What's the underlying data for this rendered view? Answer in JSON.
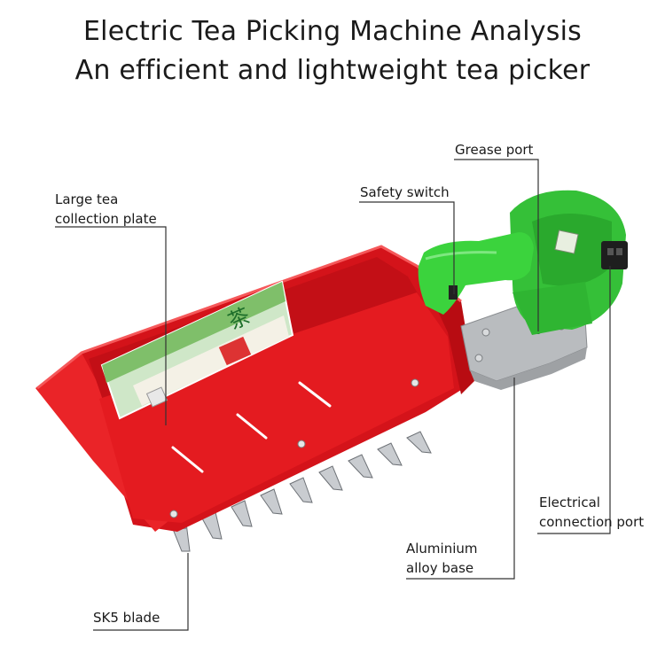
{
  "header": {
    "title": "Electric Tea Picking Machine Analysis",
    "subtitle": "An efficient and lightweight tea picker"
  },
  "callouts": {
    "grease_port": "Grease port",
    "safety_switch": "Safety switch",
    "collection_plate_line1": "Large tea",
    "collection_plate_line2": "collection plate",
    "electrical_port_line1": "Electrical",
    "electrical_port_line2": "connection port",
    "base_line1": "Aluminium",
    "base_line2": "alloy base",
    "blade": "SK5 blade"
  },
  "product": {
    "sticker_text": "茶"
  },
  "colors": {
    "tray_red": "#e0161b",
    "handle_green": "#38c43a",
    "base_gray": "#b9bcbf",
    "blade_steel": "#c9ccd0"
  }
}
